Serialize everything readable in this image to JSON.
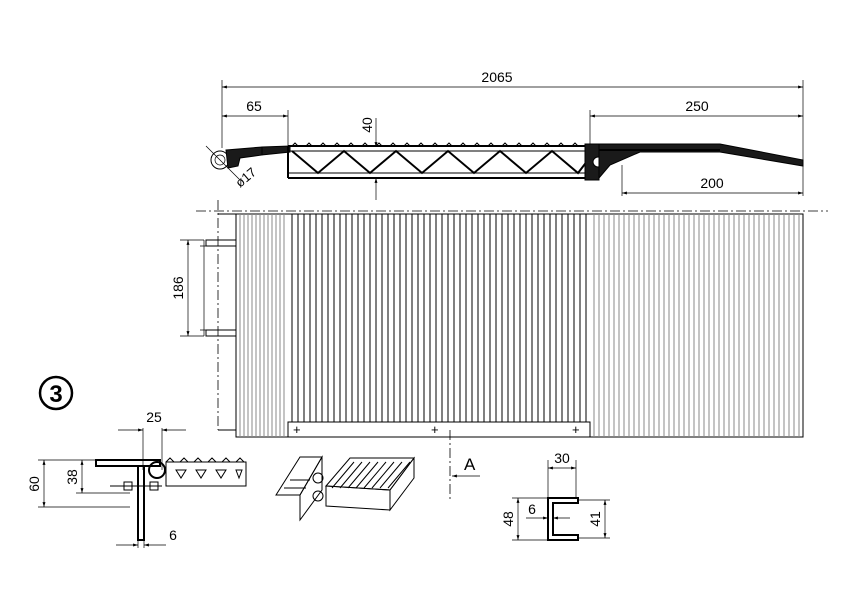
{
  "dimensions": {
    "overall_length": "2065",
    "hinge_width": "65",
    "profile_height": "40",
    "taper_length": "250",
    "end_length": "200",
    "hinge_diameter": "ø17",
    "hinge_spacing": "186"
  },
  "detail_marker": "3",
  "hinge_detail": {
    "width": "25",
    "height": "60",
    "inner_height": "38",
    "plate_thickness": "6"
  },
  "section_view": "A",
  "channel_section": {
    "width": "30",
    "outer_height": "48",
    "inner_height": "41",
    "wall": "6"
  }
}
